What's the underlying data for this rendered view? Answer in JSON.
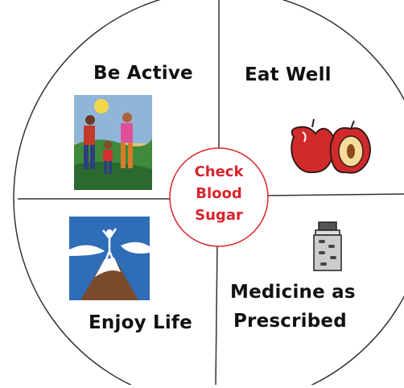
{
  "quadrants": {
    "top_left": {
      "label": "Be Active",
      "icon": "family-walking-icon"
    },
    "top_right": {
      "label": "Eat Well",
      "icon": "apple-icon"
    },
    "bottom_left": {
      "label": "Enjoy Life",
      "icon": "mountain-summit-icon"
    },
    "bottom_right": {
      "label_line1": "Medicine as",
      "label_line2": "Prescribed",
      "icon": "pill-bottle-icon"
    }
  },
  "center": {
    "line1": "Check",
    "line2": "Blood",
    "line3": "Sugar"
  },
  "colors": {
    "center_text": "#d8242c",
    "center_ring": "#d8242c",
    "outline": "#333333"
  }
}
